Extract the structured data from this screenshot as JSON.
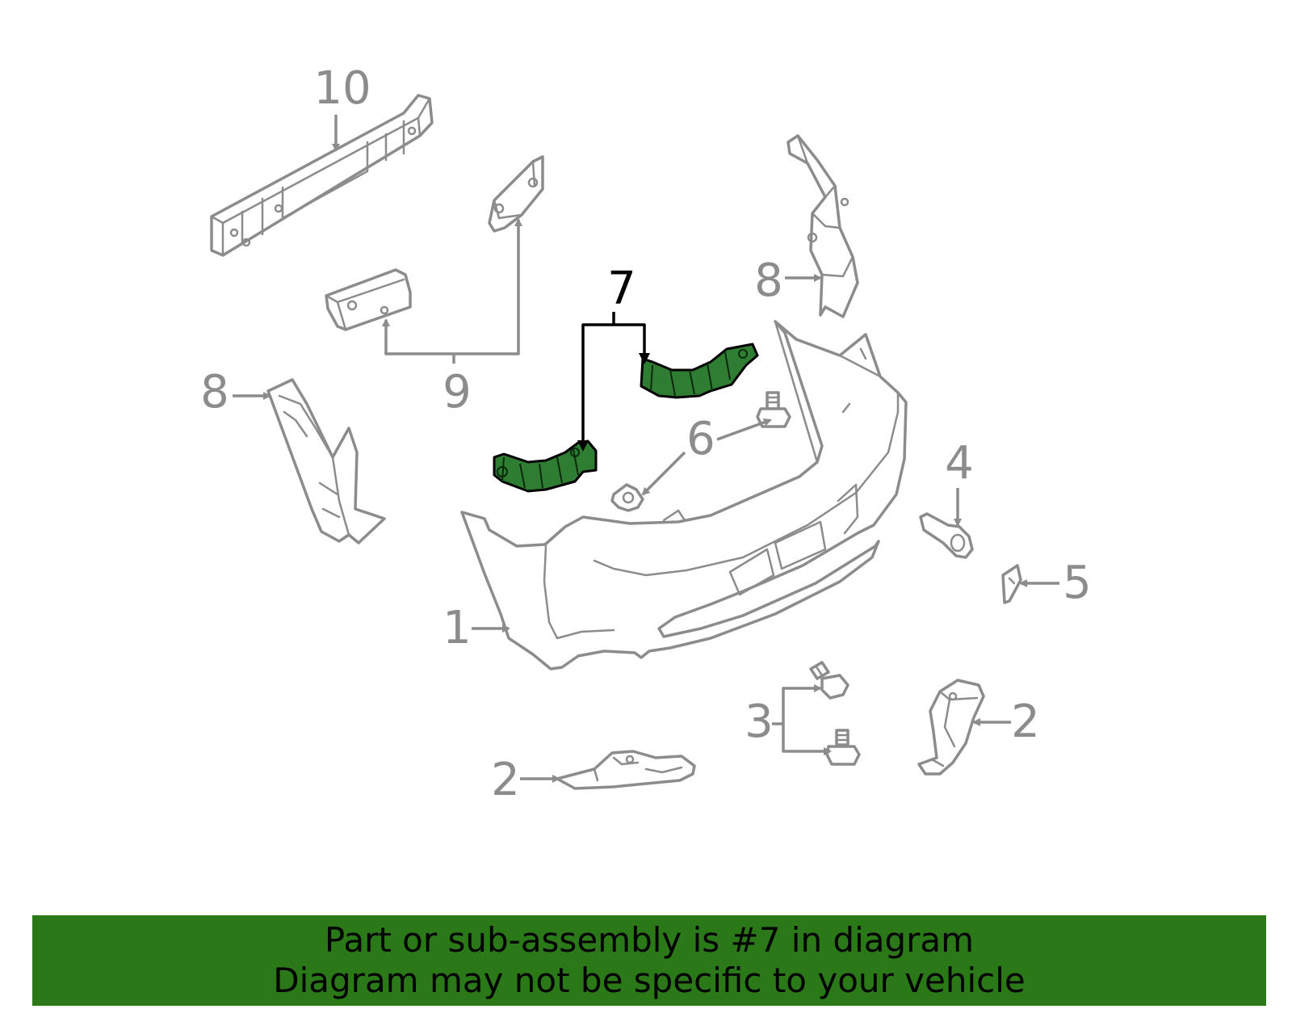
{
  "callouts": {
    "c10": "10",
    "c9": "9",
    "c8_left": "8",
    "c8_right": "8",
    "c7": "7",
    "c6": "6",
    "c4": "4",
    "c5": "5",
    "c1": "1",
    "c3": "3",
    "c2_left": "2",
    "c2_right": "2"
  },
  "banner": {
    "line1": "Part or sub-assembly is #7 in diagram",
    "line2": "Diagram may not be specific to your vehicle"
  },
  "colors": {
    "highlight": "#2e7d32",
    "banner": "#2a7818",
    "line": "#8c8c8c"
  }
}
